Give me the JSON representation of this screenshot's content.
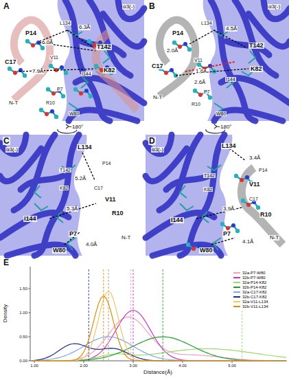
{
  "diagram": {
    "labels": [
      "A",
      "α3(-)",
      "P14",
      "L134",
      "6.3Å",
      "6.0Å",
      "T142",
      "C17",
      "7.9Å",
      "V11",
      "I144",
      "K82",
      "P7",
      "R10",
      "W80",
      "N-T",
      "B",
      "α3(-)",
      "P14",
      "L134",
      "4.5Å",
      "T142",
      "2.0Å",
      "V11",
      "C17",
      "1.6Å",
      "2.6Å",
      "K82",
      "I144",
      "P7",
      "R10",
      "W80",
      "N-T",
      "C",
      "α3(-)",
      "L134",
      "P14",
      "T142",
      "5.2Å",
      "K82",
      "C17",
      "V11",
      "R10",
      "5.3Å",
      "I144",
      "P7",
      "4.0Å",
      "W80",
      "N-T",
      "D",
      "α3(-)",
      "L134",
      "3.4Å",
      "P14",
      "T142",
      "V11",
      "K82",
      "C17",
      "3.9Å",
      "R10",
      "I144",
      "P7",
      "4.1Å",
      "W80",
      "N-T",
      "180°",
      "180°",
      "E",
      "Density",
      "0.00",
      "0.50",
      "1.00",
      "1.50",
      "1.00",
      "2.00",
      "3.00",
      "4.00",
      "5.00",
      "Distance(Å)"
    ],
    "legend": [
      {
        "text": "32a-P7-W80",
        "color": "#f2a0c0"
      },
      {
        "text": "32b-P7-W80",
        "color": "#cc33cc"
      },
      {
        "text": "32a-P14-K82",
        "color": "#9ad86a"
      },
      {
        "text": "32b-P14-K82",
        "color": "#1f9e2a"
      },
      {
        "text": "32a-C17-K82",
        "color": "#7fa6ea"
      },
      {
        "text": "32b-C17-K82",
        "color": "#1c2a9a"
      },
      {
        "text": "32a-V11-L134",
        "color": "#f3c46a"
      },
      {
        "text": "32b-V11-L134",
        "color": "#e08c00"
      }
    ]
  }
}
